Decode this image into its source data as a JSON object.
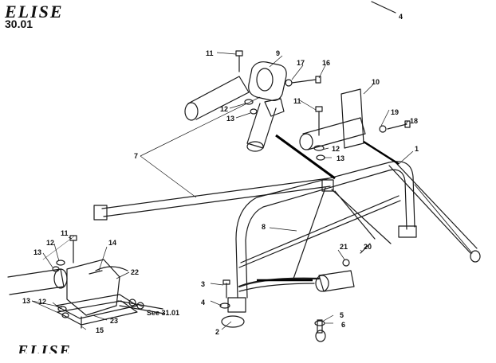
{
  "header": {
    "logo": "ELISE",
    "section": "30.01"
  },
  "footer": {
    "logo": "ELISE"
  },
  "callouts": {
    "c1": "1",
    "c2": "2",
    "c3": "3",
    "c4a": "4",
    "c4b": "4",
    "c5": "5",
    "c6": "6",
    "c7": "7",
    "c8": "8",
    "c9": "9",
    "c10": "10",
    "c11a": "11",
    "c11b": "11",
    "c11c": "11",
    "c12a": "12",
    "c12b": "12",
    "c12c": "12",
    "c12d": "12",
    "c13a": "13",
    "c13b": "13",
    "c13c": "13",
    "c13d": "13",
    "c14": "14",
    "c15": "15",
    "c16": "16",
    "c17": "17",
    "c18": "18",
    "c19": "19",
    "c20": "20",
    "c21": "21",
    "c22": "22",
    "c23": "23",
    "see": "See 31.01"
  }
}
